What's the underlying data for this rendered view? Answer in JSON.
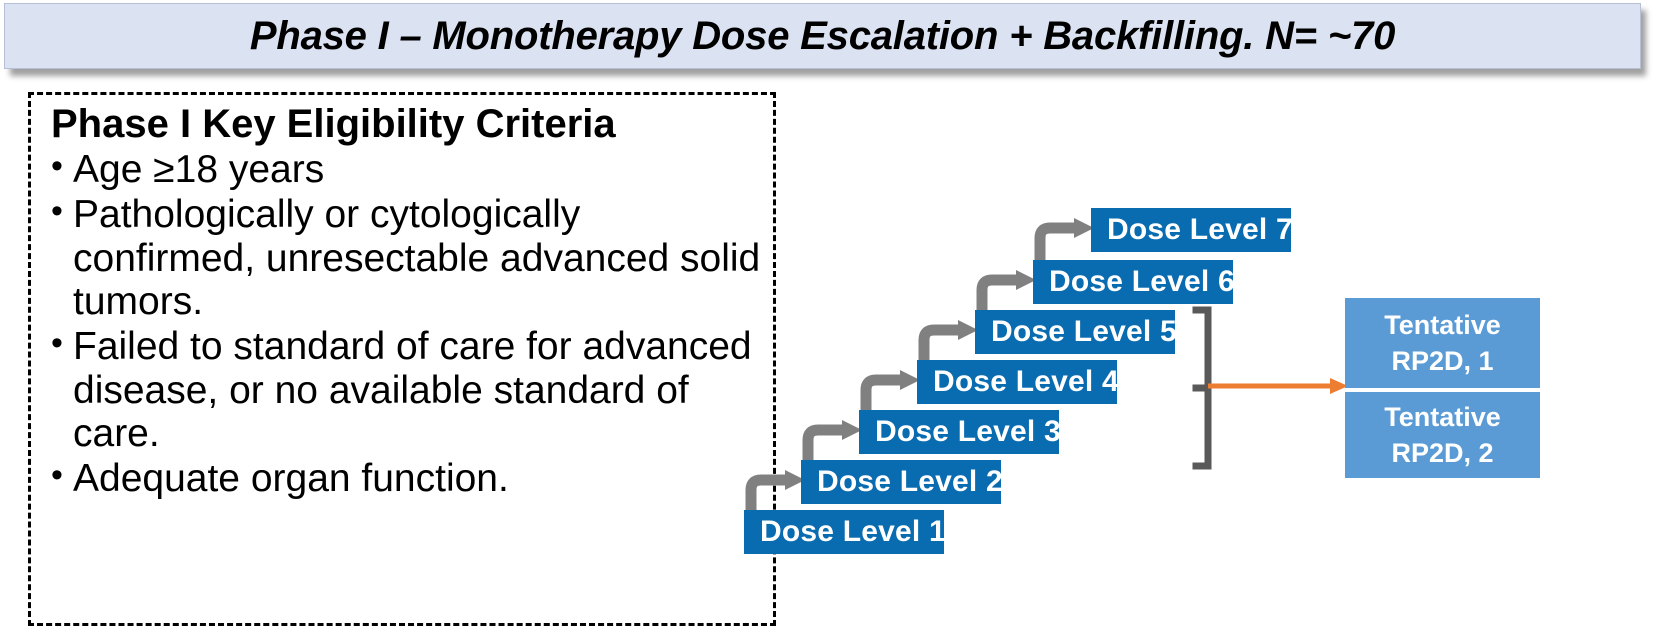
{
  "title": {
    "text": "Phase I – Monotherapy Dose Escalation + Backfilling. N= ~70",
    "bg_color": "#dbe2f1",
    "text_color": "#000000"
  },
  "eligibility": {
    "heading": "Phase I Key Eligibility Criteria",
    "items": [
      "Age ≥18 years",
      "Pathologically or cytologically confirmed, unresectable advanced solid tumors.",
      "Failed to standard of care for advanced disease, or no available standard of care.",
      "Adequate organ function."
    ]
  },
  "dose_ladder": {
    "box_color": "#0a6cb0",
    "text_color": "#ffffff",
    "arrow_color": "#808080",
    "levels": [
      {
        "label": "Dose Level 1"
      },
      {
        "label": "Dose Level 2"
      },
      {
        "label": "Dose Level 3"
      },
      {
        "label": "Dose Level 4"
      },
      {
        "label": "Dose Level 5"
      },
      {
        "label": "Dose Level 6"
      },
      {
        "label": "Dose Level 7"
      }
    ]
  },
  "rp2d": {
    "box_color": "#5b9bd5",
    "text_color": "#ffffff",
    "bracket_color": "#595959",
    "arrow_color": "#ed7d31",
    "boxes": [
      {
        "line1": "Tentative",
        "line2": "RP2D, 1"
      },
      {
        "line1": "Tentative",
        "line2": "RP2D, 2"
      }
    ]
  }
}
